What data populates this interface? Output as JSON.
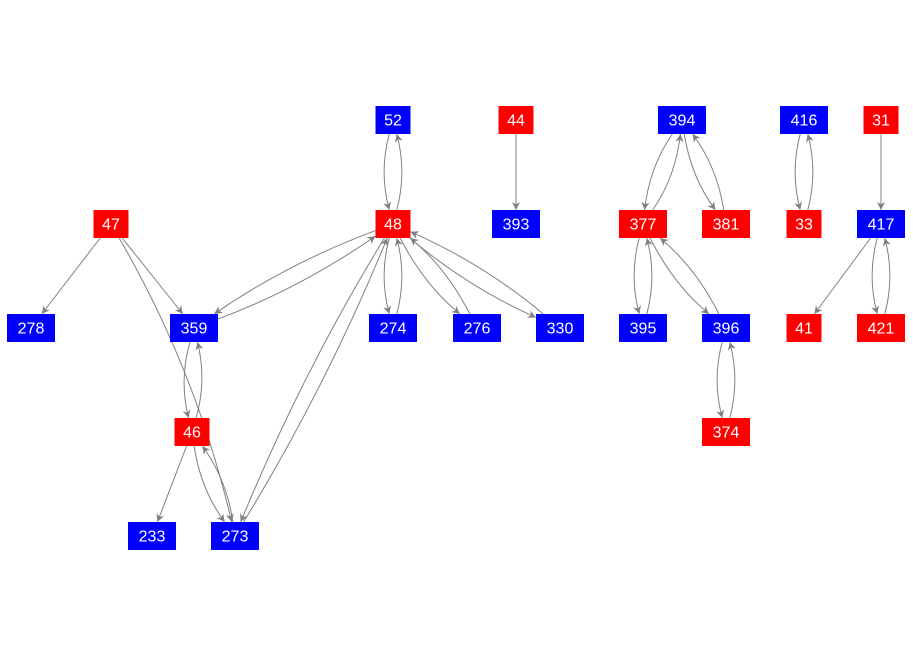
{
  "colors": {
    "red_group": "#ff0000",
    "blue_group": "#0000ff",
    "edge": "#808080",
    "label": "#ffffff"
  },
  "nodes": [
    {
      "id": "52",
      "group": "blue"
    },
    {
      "id": "44",
      "group": "red"
    },
    {
      "id": "394",
      "group": "blue"
    },
    {
      "id": "416",
      "group": "blue"
    },
    {
      "id": "31",
      "group": "red"
    },
    {
      "id": "47",
      "group": "red"
    },
    {
      "id": "48",
      "group": "red"
    },
    {
      "id": "393",
      "group": "blue"
    },
    {
      "id": "377",
      "group": "red"
    },
    {
      "id": "381",
      "group": "red"
    },
    {
      "id": "33",
      "group": "red"
    },
    {
      "id": "417",
      "group": "blue"
    },
    {
      "id": "278",
      "group": "blue"
    },
    {
      "id": "359",
      "group": "blue"
    },
    {
      "id": "274",
      "group": "blue"
    },
    {
      "id": "276",
      "group": "blue"
    },
    {
      "id": "330",
      "group": "blue"
    },
    {
      "id": "395",
      "group": "blue"
    },
    {
      "id": "396",
      "group": "blue"
    },
    {
      "id": "41",
      "group": "red"
    },
    {
      "id": "421",
      "group": "red"
    },
    {
      "id": "46",
      "group": "red"
    },
    {
      "id": "374",
      "group": "red"
    },
    {
      "id": "233",
      "group": "blue"
    },
    {
      "id": "273",
      "group": "blue"
    }
  ],
  "edges": [
    [
      "52",
      "48"
    ],
    [
      "48",
      "52"
    ],
    [
      "44",
      "393"
    ],
    [
      "394",
      "377"
    ],
    [
      "377",
      "394"
    ],
    [
      "394",
      "381"
    ],
    [
      "381",
      "394"
    ],
    [
      "416",
      "33"
    ],
    [
      "33",
      "416"
    ],
    [
      "31",
      "417"
    ],
    [
      "417",
      "41"
    ],
    [
      "417",
      "421"
    ],
    [
      "421",
      "417"
    ],
    [
      "47",
      "278"
    ],
    [
      "47",
      "359"
    ],
    [
      "47",
      "273"
    ],
    [
      "48",
      "359"
    ],
    [
      "359",
      "48"
    ],
    [
      "48",
      "274"
    ],
    [
      "274",
      "48"
    ],
    [
      "48",
      "276"
    ],
    [
      "276",
      "48"
    ],
    [
      "48",
      "330"
    ],
    [
      "330",
      "48"
    ],
    [
      "48",
      "273"
    ],
    [
      "273",
      "48"
    ],
    [
      "359",
      "46"
    ],
    [
      "46",
      "359"
    ],
    [
      "46",
      "233"
    ],
    [
      "46",
      "273"
    ],
    [
      "273",
      "46"
    ],
    [
      "377",
      "395"
    ],
    [
      "395",
      "377"
    ],
    [
      "377",
      "396"
    ],
    [
      "396",
      "377"
    ],
    [
      "396",
      "374"
    ],
    [
      "374",
      "396"
    ]
  ]
}
